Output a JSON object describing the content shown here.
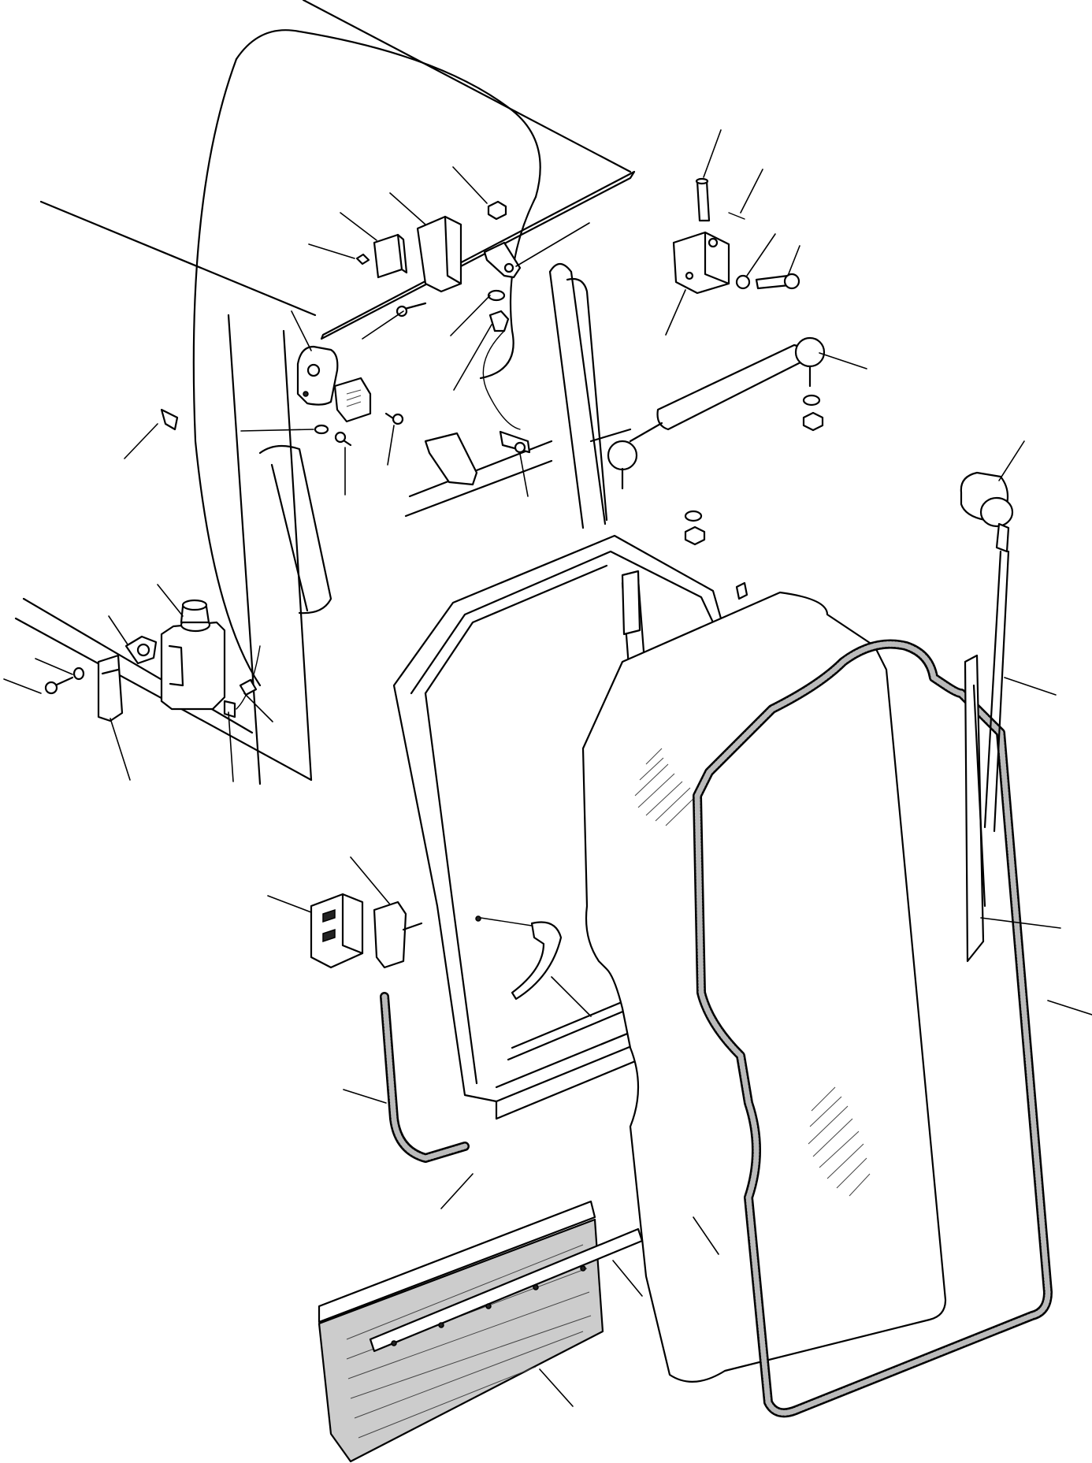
{
  "figure": {
    "callouts": [
      {
        "id": "washer-tank"
      },
      {
        "id": "washer-pump"
      },
      {
        "id": "tank-bolt"
      },
      {
        "id": "tank-washer"
      },
      {
        "id": "tank-bracket"
      },
      {
        "id": "tank-outlet"
      },
      {
        "id": "hose-connector"
      },
      {
        "id": "clip"
      },
      {
        "id": "lock-plate"
      },
      {
        "id": "lock-washer"
      },
      {
        "id": "lock-screw"
      },
      {
        "id": "lock-body-screw"
      },
      {
        "id": "small-nut"
      },
      {
        "id": "pad"
      },
      {
        "id": "latch-bracket"
      },
      {
        "id": "cab-nut"
      },
      {
        "id": "striker-plate"
      },
      {
        "id": "striker-washer"
      },
      {
        "id": "striker-bolt"
      },
      {
        "id": "bracket-screw"
      },
      {
        "id": "latch-pin"
      },
      {
        "id": "hinge-pin"
      },
      {
        "id": "split-pin"
      },
      {
        "id": "hinge-washer"
      },
      {
        "id": "hinge-bolt"
      },
      {
        "id": "hinge-bracket"
      },
      {
        "id": "gas-strut"
      },
      {
        "id": "wiper-motor"
      },
      {
        "id": "wiper-arm"
      },
      {
        "id": "wiper-blade"
      },
      {
        "id": "glass-seal"
      },
      {
        "id": "door-handle"
      },
      {
        "id": "door-lock"
      },
      {
        "id": "lock-cover"
      },
      {
        "id": "edge-seal"
      },
      {
        "id": "door-frame"
      },
      {
        "id": "door-glass"
      },
      {
        "id": "retainer-strip"
      },
      {
        "id": "mud-flap"
      }
    ]
  }
}
